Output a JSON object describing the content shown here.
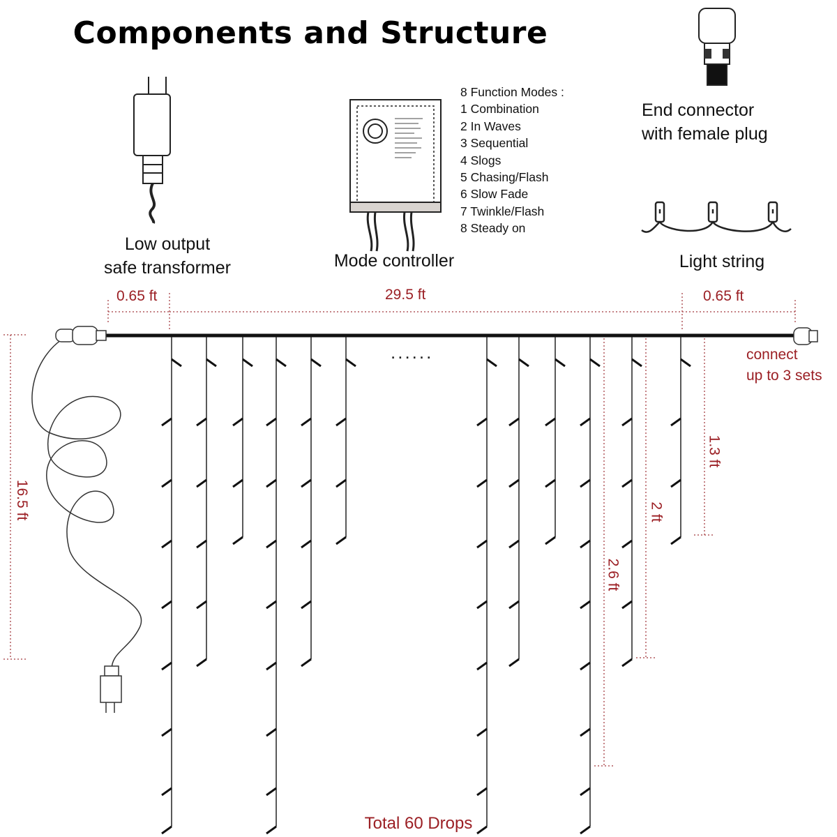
{
  "title": "Components and Structure",
  "components": {
    "transformer_label_line1": "Low output",
    "transformer_label_line2": "safe transformer",
    "controller_label": "Mode controller",
    "end_connector_line1": "End connector",
    "end_connector_line2": "with female plug",
    "light_string_label": "Light string"
  },
  "modes": {
    "heading": "8 Function Modes :",
    "items": [
      "1 Combination",
      "2 In Waves",
      "3 Sequential",
      "4 Slogs",
      "5 Chasing/Flash",
      "6 Slow Fade",
      "7 Twinkle/Flash",
      "8 Steady on"
    ]
  },
  "dimensions": {
    "lead_in": "0.65 ft",
    "main_length": "29.5 ft",
    "lead_out": "0.65 ft",
    "cord_length": "16.5 ft",
    "drop_short": "1.3 ft",
    "drop_medium": "2 ft",
    "drop_long": "2.6 ft"
  },
  "connect_line1": "connect",
  "connect_line2": "up to 3 sets",
  "ellipsis": "......",
  "total_drops": "Total 60 Drops",
  "colors": {
    "accent": "#9b1f24",
    "wire": "#222222"
  }
}
